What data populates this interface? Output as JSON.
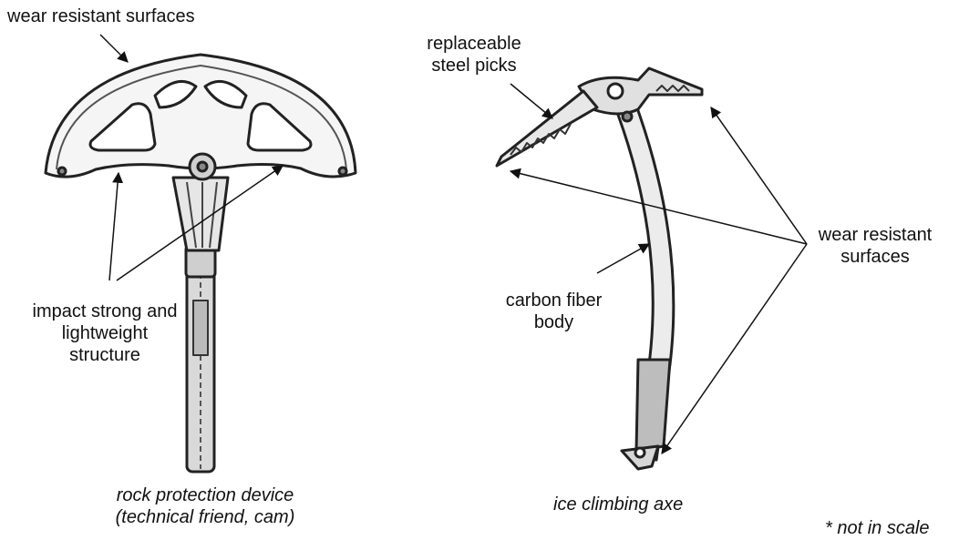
{
  "labels": {
    "cam_wear": "wear resistant surfaces",
    "cam_impact": [
      "impact strong and",
      "lightweight",
      "structure"
    ],
    "cam_caption": [
      "rock protection device",
      "(technical friend, cam)"
    ],
    "axe_picks": [
      "replaceable",
      "steel picks"
    ],
    "axe_body": [
      "carbon fiber",
      "body"
    ],
    "axe_wear": [
      "wear resistant",
      "surfaces"
    ],
    "axe_caption": "ice climbing axe",
    "scale_note": "* not in scale"
  }
}
